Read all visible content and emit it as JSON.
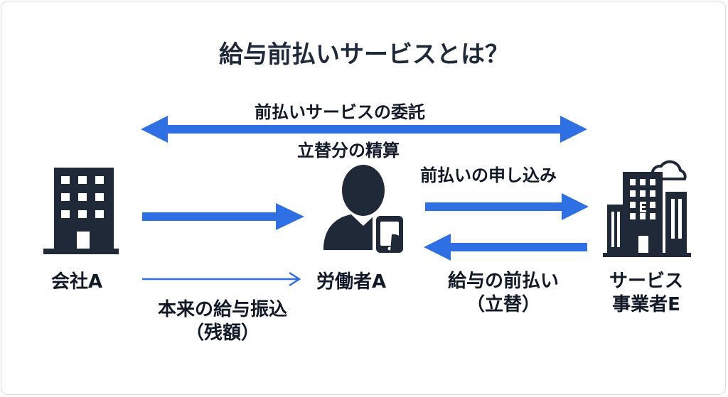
{
  "title": "給与前払いサービスとは？",
  "colors": {
    "arrow": "#2f6fe4",
    "icon": "#1f2937",
    "text": "#111827"
  },
  "nodes": {
    "company": {
      "label": "会社A",
      "icon": "office-building-icon"
    },
    "worker": {
      "label": "労働者A",
      "icon": "person-with-smartphone-icon"
    },
    "service": {
      "label_line1": "サービス",
      "label_line2": "事業者E",
      "icon": "cloud-office-building-icon"
    }
  },
  "arrows": {
    "consignment": {
      "label": "前払いサービスの委託",
      "direction": "both"
    },
    "settlement": {
      "label": "立替分の精算"
    },
    "application": {
      "label": "前払いの申し込み",
      "direction": "right"
    },
    "advance_payment": {
      "label_line1": "給与の前払い",
      "label_line2": "（立替）",
      "direction": "left"
    },
    "salary_transfer": {
      "label_line1": "本来の給与振込",
      "label_line2": "（残額）",
      "direction": "right"
    }
  }
}
